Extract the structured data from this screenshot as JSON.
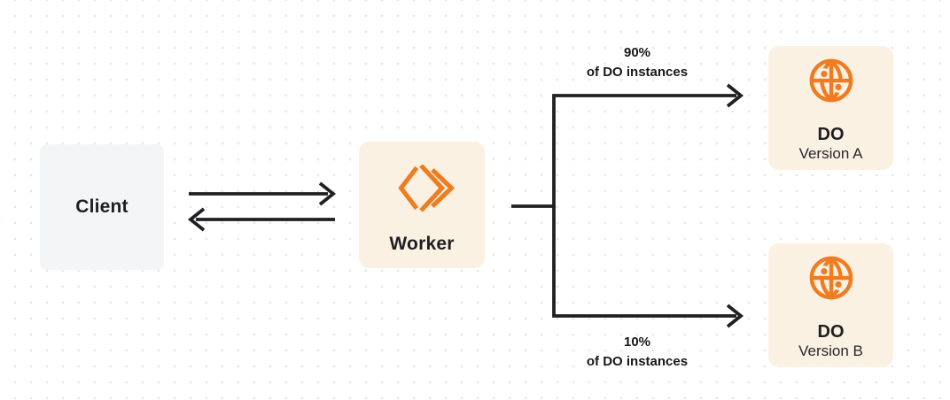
{
  "diagram": {
    "description": "Traffic split from a Worker to two Durable Object versions",
    "colors": {
      "accent_orange": "#ef7c21",
      "node_cream_bg": "#fbf1e3",
      "client_gray_bg": "#f4f5f6",
      "ink": "#1f2023",
      "dot_grid": "#e7e7e8",
      "page_bg": "#ffffff"
    }
  },
  "nodes": {
    "client": {
      "label": "Client"
    },
    "worker": {
      "label": "Worker",
      "icon": "workers-logo-icon"
    },
    "do_a": {
      "title": "DO",
      "subtitle": "Version A",
      "icon": "durable-object-globe-icon"
    },
    "do_b": {
      "title": "DO",
      "subtitle": "Version B",
      "icon": "durable-object-globe-icon"
    }
  },
  "branch_labels": {
    "top": {
      "percent": "90%",
      "caption": "of DO instances"
    },
    "bottom": {
      "percent": "10%",
      "caption": "of DO instances"
    }
  },
  "edges": {
    "client_worker": "bidirectional arrows between Client and Worker",
    "worker_split": "worker output splits to DO Version A (90%) and DO Version B (10%)"
  }
}
